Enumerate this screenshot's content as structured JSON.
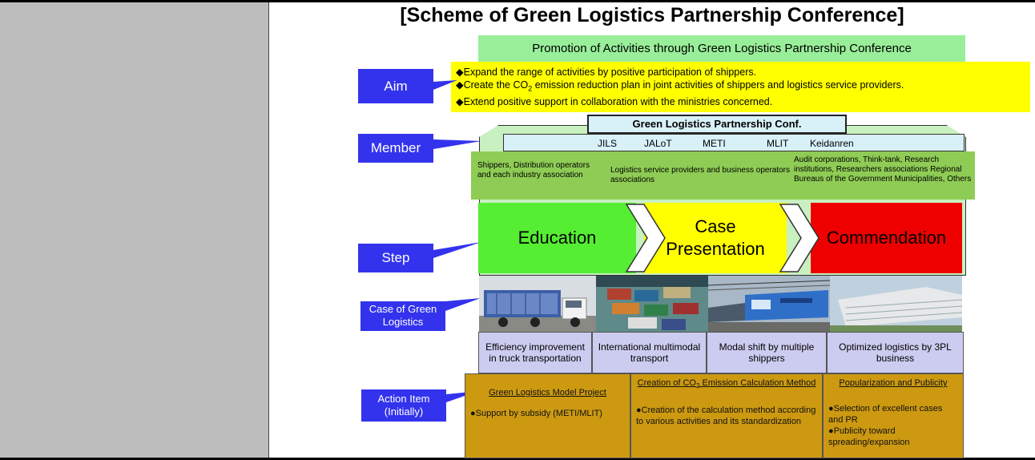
{
  "title": "[Scheme of Green Logistics Partnership Conference]",
  "promotion": "Promotion of Activities through Green Logistics Partnership Conference",
  "labels": {
    "aim": "Aim",
    "member": "Member",
    "step": "Step",
    "case": "Case of Green Logistics",
    "action_line1": "Action Item",
    "action_line2": "(Initially)"
  },
  "aims": {
    "a1": "◆Expand the range of activities by positive participation of shippers.",
    "a2_pre": "◆Create the CO",
    "a2_sub": "2",
    "a2_post": " emission reduction plan in joint activities of shippers and logistics service providers.",
    "a3": "◆Extend positive support in collaboration with the ministries concerned."
  },
  "conference": {
    "title": "Green Logistics Partnership Conf.",
    "orgs": [
      "JILS",
      "JALoT",
      "METI",
      "MLIT",
      "Keidanren"
    ]
  },
  "members": {
    "m1": "Shippers, Distribution operators and each industry association",
    "m2": "Logistics service providers and business operators associations",
    "m3": "Audit corporations, Think-tank, Research institutions, Researchers associations Regional Bureaus of the Government Municipalities, Others"
  },
  "steps": {
    "education": "Education",
    "case_line1": "Case",
    "case_line2": "Presentation",
    "commendation": "Commendation"
  },
  "cases": [
    "Efficiency improvement in truck transportation",
    "International multimodal transport",
    "Modal shift by multiple shippers",
    "Optimized logistics by 3PL business"
  ],
  "actions": {
    "col1_head": "Green Logistics Model Project",
    "col1_body": "●Support by subsidy (METI/MLIT)",
    "col2_head_pre": "Creation of CO",
    "col2_head_sub": "2",
    "col2_head_post": " Emission Calculation Method",
    "col2_body": "●Creation of the calculation method according to various activities and its standardization",
    "col3_head": "Popularization and Publicity",
    "col3_body1": "●Selection of excellent cases and PR",
    "col3_body2": "●Publicity toward spreading/expansion"
  },
  "colors": {
    "tag_blue": "#3333ee",
    "education_green": "#55ee33",
    "case_yellow": "#ffff00",
    "commendation_red": "#ee0000",
    "action_gold": "#cc9911"
  },
  "icons": [
    "truck-photo",
    "container-port-photo",
    "electric-locomotive-photo",
    "logistics-center-photo"
  ]
}
